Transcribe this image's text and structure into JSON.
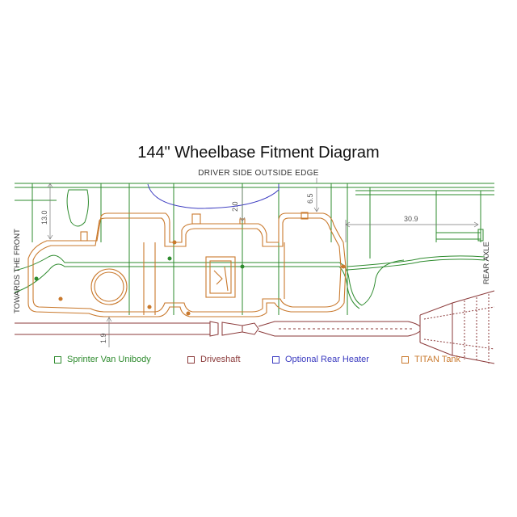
{
  "title": "144\" Wheelbase Fitment Diagram",
  "labels": {
    "driver_side": "DRIVER SIDE OUTSIDE EDGE",
    "towards_front": "TOWARDS THE FRONT",
    "rear_axle": "REAR AXLE"
  },
  "dimensions": {
    "d13": "13.0",
    "d2": "2.0",
    "d65": "6.5",
    "d309": "30.9",
    "d19": "1.9"
  },
  "legend": [
    {
      "label": "Sprinter Van Unibody",
      "color": "#2e8b2e"
    },
    {
      "label": "Driveshaft",
      "color": "#8b3a3a"
    },
    {
      "label": "Optional Rear Heater",
      "color": "#3a3ac0"
    },
    {
      "label": "TITAN Tank",
      "color": "#c9792d"
    }
  ]
}
